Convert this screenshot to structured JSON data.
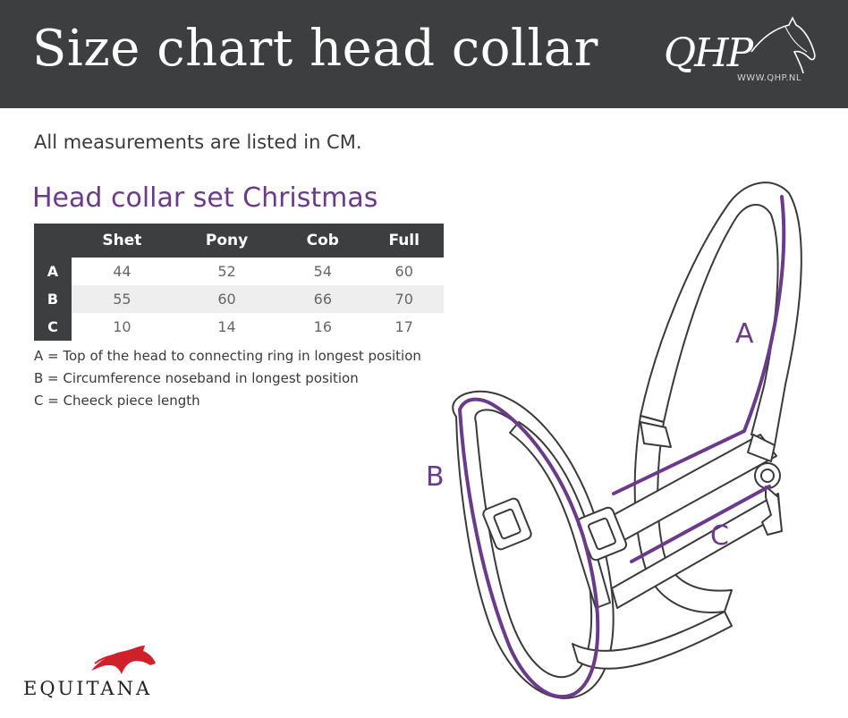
{
  "header": {
    "title": "Size chart head collar",
    "logo_text": "QHP",
    "logo_url": "WWW.QHP.NL"
  },
  "intro": "All measurements are listed in CM.",
  "section_title": "Head collar set Christmas",
  "table": {
    "columns": [
      "",
      "Shet",
      "Pony",
      "Cob",
      "Full"
    ],
    "rows": [
      {
        "label": "A",
        "values": [
          "44",
          "52",
          "54",
          "60"
        ]
      },
      {
        "label": "B",
        "values": [
          "55",
          "60",
          "66",
          "70"
        ]
      },
      {
        "label": "C",
        "values": [
          "10",
          "14",
          "16",
          "17"
        ]
      }
    ]
  },
  "notes": [
    "A = Top of the head to connecting ring in longest position",
    "B = Circumference noseband in longest position",
    "C = Cheeck piece length"
  ],
  "diagram_labels": {
    "a": "A",
    "b": "B",
    "c": "C"
  },
  "footer_logo": "EQUITANA",
  "colors": {
    "header_bg": "#3c3e40",
    "accent": "#6b3a8a",
    "logo_red": "#d0202a"
  }
}
